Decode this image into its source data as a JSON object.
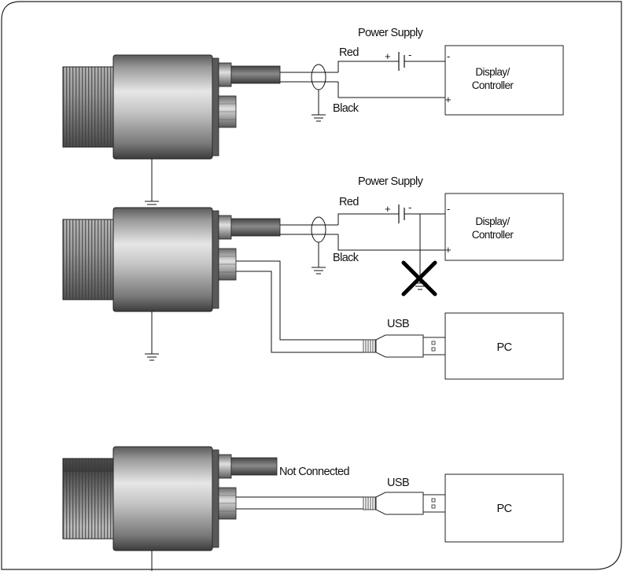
{
  "diagram": {
    "frame": {
      "stroke": "#222222"
    },
    "sections": [
      {
        "id": "analog",
        "power_supply_label": "Power Supply",
        "positive_terminal_label": "+",
        "negative_terminal_label": "-",
        "red_wire_label": "Red",
        "black_wire_label": "Black",
        "display_box": {
          "line1": "Display/",
          "line2": "Controller",
          "input_negative": "-",
          "input_positive": "+"
        }
      },
      {
        "id": "analog-and-usb",
        "power_supply_label": "Power Supply",
        "positive_terminal_label": "+",
        "negative_terminal_label": "-",
        "red_wire_label": "Red",
        "black_wire_label": "Black",
        "display_box": {
          "line1": "Display/",
          "line2": "Controller",
          "input_negative": "-",
          "input_positive": "+"
        },
        "usb_label": "USB",
        "pc_label": "PC"
      },
      {
        "id": "usb-only",
        "cable_status": "Not Connected",
        "usb_label": "USB",
        "pc_label": "PC"
      }
    ]
  }
}
